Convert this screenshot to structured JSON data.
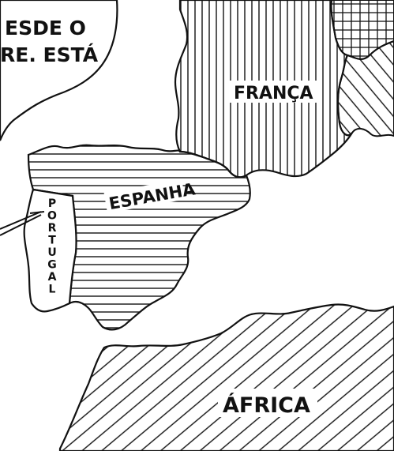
{
  "balloon": {
    "line1": "ESDE O",
    "line2": "RE. ESTÁ"
  },
  "labels": {
    "franca": "FRANÇA",
    "espanha": "ESPANHA",
    "portugal": [
      "P",
      "O",
      "R",
      "T",
      "U",
      "G",
      "A",
      "L"
    ],
    "africa": "ÁFRICA"
  },
  "colors": {
    "ink": "#111111",
    "paper": "#ffffff"
  }
}
